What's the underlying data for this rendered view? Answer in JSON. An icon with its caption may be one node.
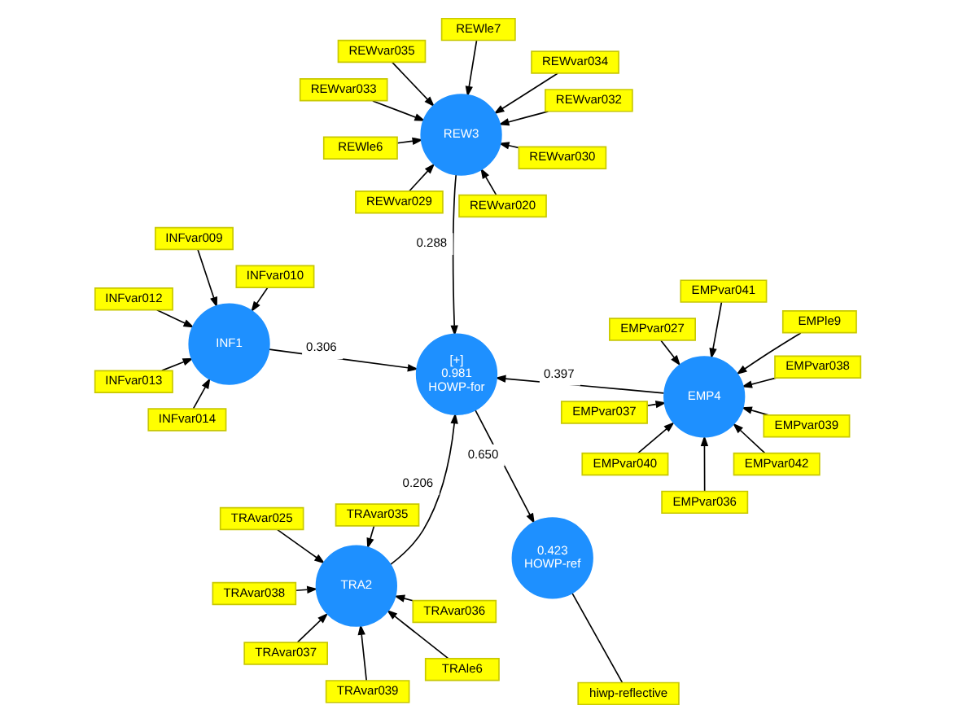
{
  "diagram": {
    "nodes": [
      {
        "text": [
          "REWle6"
        ]
      },
      {
        "text": [
          "REWle7"
        ]
      },
      {
        "text": [
          "REWvar020"
        ]
      },
      {
        "text": [
          "REWvar029"
        ]
      },
      {
        "text": [
          "REWvar030"
        ]
      },
      {
        "text": [
          "REWvar032"
        ]
      },
      {
        "text": [
          "REWvar033"
        ]
      },
      {
        "text": [
          "REWvar034"
        ]
      },
      {
        "text": [
          "REWvar035"
        ]
      },
      {
        "text": [
          "REW3"
        ]
      },
      {
        "text": [
          "INFvar009"
        ]
      },
      {
        "text": [
          "INFvar010"
        ]
      },
      {
        "text": [
          "INFvar012"
        ]
      },
      {
        "text": [
          "INFvar013"
        ]
      },
      {
        "text": [
          "INFvar014"
        ]
      },
      {
        "text": [
          "INF1"
        ]
      },
      {
        "text": [
          "[+]",
          "0.981",
          "HOWP-for"
        ]
      },
      {
        "text": [
          "0.423",
          "HOWP-ref"
        ]
      },
      {
        "text": [
          "hiwp-reflective"
        ]
      },
      {
        "text": [
          "TRAle6"
        ]
      },
      {
        "text": [
          "TRAvar035"
        ]
      },
      {
        "text": [
          "TRAvar036"
        ]
      },
      {
        "text": [
          "TRAvar037"
        ]
      },
      {
        "text": [
          "TRAvar038"
        ]
      },
      {
        "text": [
          "TRAvar039"
        ]
      },
      {
        "text": [
          "TRAvar025"
        ]
      },
      {
        "text": [
          "TRA2"
        ]
      },
      {
        "text": [
          "EMP4"
        ]
      },
      {
        "text": [
          "EMPle9"
        ]
      },
      {
        "text": [
          "EMPvar027"
        ]
      },
      {
        "text": [
          "EMPvar036"
        ]
      },
      {
        "text": [
          "EMPvar037"
        ]
      },
      {
        "text": [
          "EMPvar038"
        ]
      },
      {
        "text": [
          "EMPvar039"
        ]
      },
      {
        "text": [
          "EMPvar040"
        ]
      },
      {
        "text": [
          "EMPvar041"
        ]
      },
      {
        "text": [
          "EMPvar042"
        ]
      }
    ],
    "edges": [
      {
        "from": 0,
        "to": 9,
        "arrow": "to"
      },
      {
        "from": 1,
        "to": 9,
        "arrow": "to"
      },
      {
        "from": 2,
        "to": 9,
        "arrow": "to"
      },
      {
        "from": 3,
        "to": 9,
        "arrow": "to"
      },
      {
        "from": 4,
        "to": 9,
        "arrow": "to"
      },
      {
        "from": 5,
        "to": 9,
        "arrow": "to"
      },
      {
        "from": 6,
        "to": 9,
        "arrow": "to"
      },
      {
        "from": 7,
        "to": 9,
        "arrow": "to"
      },
      {
        "from": 8,
        "to": 9,
        "arrow": "to"
      },
      {
        "from": 10,
        "to": 15,
        "arrow": "to"
      },
      {
        "from": 11,
        "to": 15,
        "arrow": "to"
      },
      {
        "from": 12,
        "to": 15,
        "arrow": "to"
      },
      {
        "from": 13,
        "to": 15,
        "arrow": "to"
      },
      {
        "from": 14,
        "to": 15,
        "arrow": "to"
      },
      {
        "from": 9,
        "to": 16,
        "label": "0.288",
        "arrow": "to"
      },
      {
        "from": 15,
        "to": 16,
        "label": "0.306",
        "arrow": "to"
      },
      {
        "from": 16,
        "to": 17,
        "label": "0.650",
        "arrow": "to"
      },
      {
        "from": 17,
        "to": 18,
        "arrow": "none"
      },
      {
        "from": 26,
        "to": 16,
        "label": "0.206",
        "arrow": "to"
      },
      {
        "from": 19,
        "to": 26,
        "arrow": "to"
      },
      {
        "from": 20,
        "to": 26,
        "arrow": "to"
      },
      {
        "from": 21,
        "to": 26,
        "arrow": "to"
      },
      {
        "from": 22,
        "to": 26,
        "arrow": "to"
      },
      {
        "from": 23,
        "to": 26,
        "arrow": "to"
      },
      {
        "from": 24,
        "to": 26,
        "arrow": "to"
      },
      {
        "from": 25,
        "to": 26,
        "arrow": "to"
      },
      {
        "from": 27,
        "to": 16,
        "label": "0.397",
        "arrow": "to"
      },
      {
        "from": 28,
        "to": 27,
        "arrow": "to"
      },
      {
        "from": 29,
        "to": 27,
        "arrow": "to"
      },
      {
        "from": 30,
        "to": 27,
        "arrow": "to"
      },
      {
        "from": 31,
        "to": 27,
        "arrow": "to"
      },
      {
        "from": 32,
        "to": 27,
        "arrow": "to"
      },
      {
        "from": 33,
        "to": 27,
        "arrow": "to"
      },
      {
        "from": 34,
        "to": 27,
        "arrow": "to"
      },
      {
        "from": 35,
        "to": 27,
        "arrow": "to"
      },
      {
        "from": 36,
        "to": 27,
        "arrow": "to"
      }
    ]
  }
}
